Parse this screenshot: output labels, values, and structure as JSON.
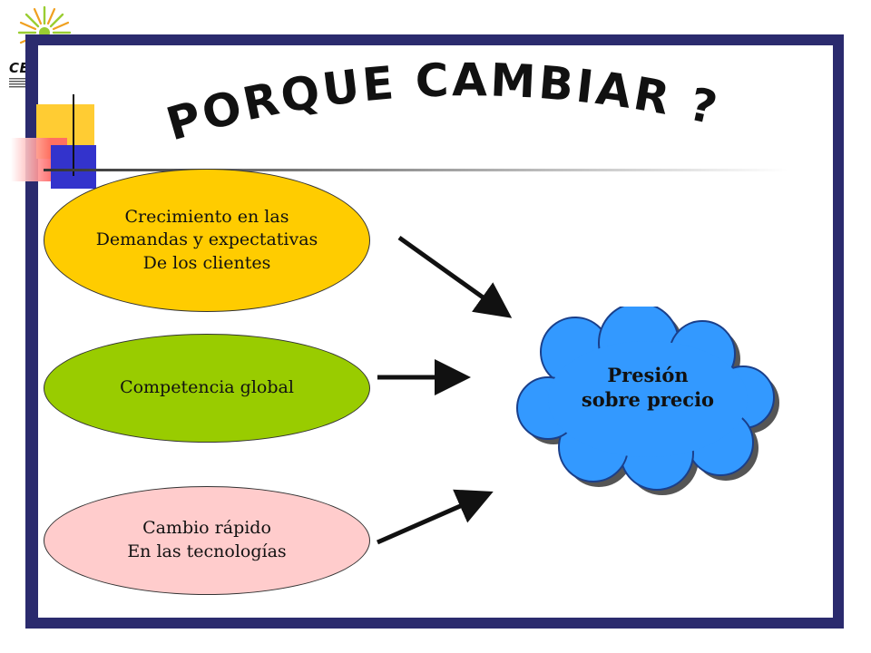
{
  "logo": {
    "name": "CEOGET"
  },
  "title": "PORQUE CAMBIAR ?",
  "causes": [
    {
      "label": "Crecimiento en las\nDemandas y expectativas\nDe los clientes",
      "color": "#ffcc00"
    },
    {
      "label": "Competencia global",
      "color": "#99cc00"
    },
    {
      "label": "Cambio rápido\nEn las tecnologías",
      "color": "#ffcccc"
    }
  ],
  "effect": {
    "label": "Presión\nsobre precio",
    "color": "#3399ff"
  },
  "colors": {
    "frame": "#2b2b6e",
    "deco_yellow": "#ffcc33",
    "deco_red": "#ff6666",
    "deco_blue": "#3333cc"
  }
}
